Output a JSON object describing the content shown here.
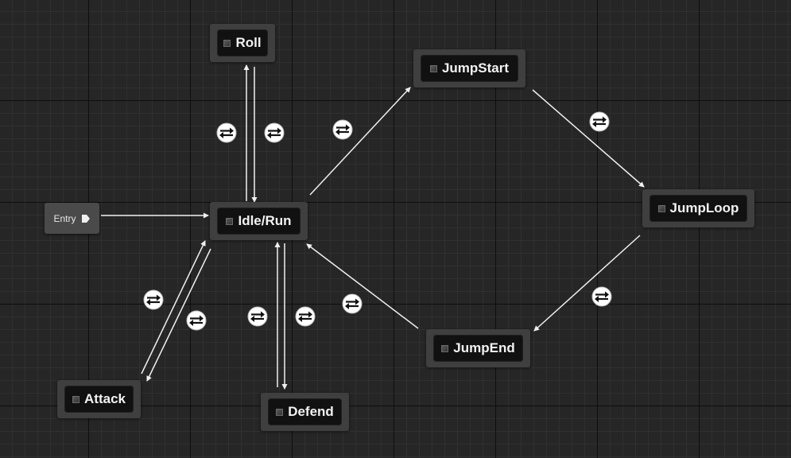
{
  "graph": {
    "entry": {
      "label": "Entry",
      "pin_icon": "exec-pin-icon"
    },
    "states": {
      "roll": "Roll",
      "jump_start": "JumpStart",
      "idle_run": "Idle/Run",
      "jump_loop": "JumpLoop",
      "jump_end": "JumpEnd",
      "attack": "Attack",
      "defend": "Defend"
    },
    "state_icon": "state-node-icon",
    "transition_icon": "transition-rule-icon",
    "transitions": [
      {
        "from": "Entry",
        "to": "Idle/Run"
      },
      {
        "from": "Idle/Run",
        "to": "Roll"
      },
      {
        "from": "Roll",
        "to": "Idle/Run"
      },
      {
        "from": "Idle/Run",
        "to": "JumpStart"
      },
      {
        "from": "JumpStart",
        "to": "JumpLoop"
      },
      {
        "from": "JumpLoop",
        "to": "JumpEnd"
      },
      {
        "from": "JumpEnd",
        "to": "Idle/Run"
      },
      {
        "from": "Idle/Run",
        "to": "Attack"
      },
      {
        "from": "Attack",
        "to": "Idle/Run"
      },
      {
        "from": "Idle/Run",
        "to": "Defend"
      },
      {
        "from": "Defend",
        "to": "Idle/Run"
      }
    ],
    "colors": {
      "wire": "#f0f0f0",
      "node_frame": "#3f3f3f",
      "node_body": "#111111",
      "entry_body": "#4a4a4a",
      "label": "#f2f2f2"
    }
  }
}
